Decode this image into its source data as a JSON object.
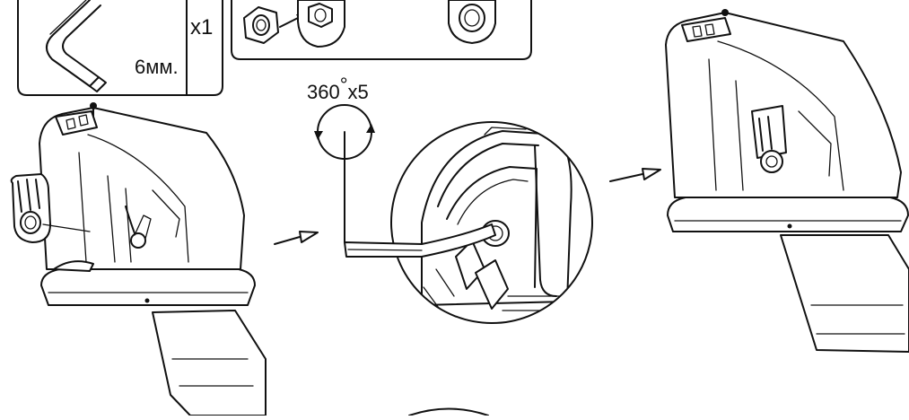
{
  "tool_box": {
    "quantity": "x1",
    "size": "6мм."
  },
  "rotation": {
    "label_value": "360",
    "degree_symbol": "°",
    "label_count": "x5"
  }
}
